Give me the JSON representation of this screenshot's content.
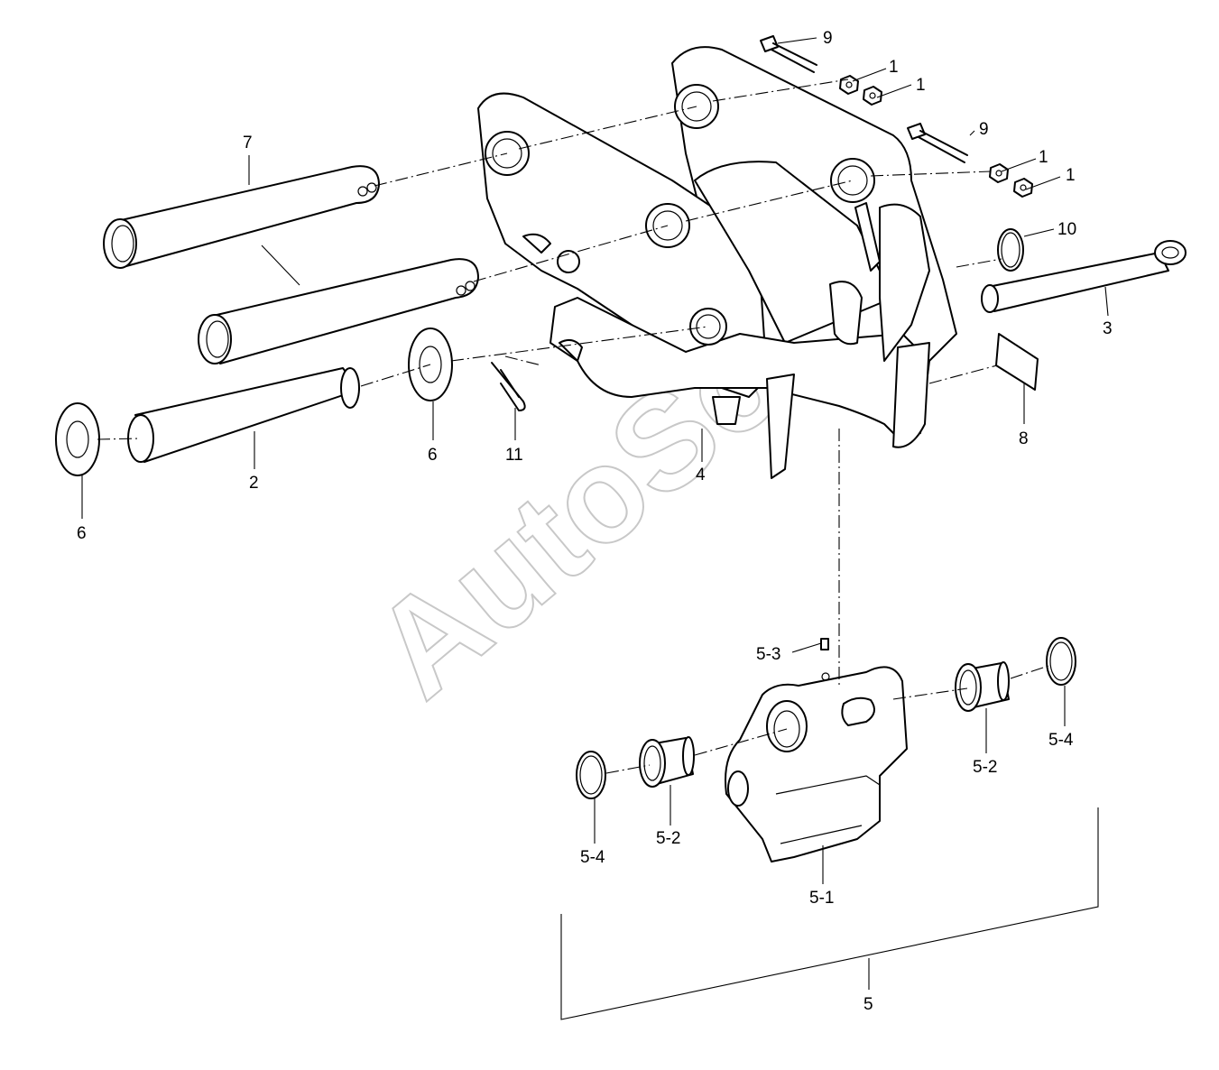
{
  "watermark": "AutoSoft",
  "callouts": {
    "c7": "7",
    "c9a": "9",
    "c9b": "9",
    "c1a": "1",
    "c1b": "1",
    "c1c": "1",
    "c1d": "1",
    "c10": "10",
    "c3": "3",
    "c8": "8",
    "c2": "2",
    "c6a": "6",
    "c6b": "6",
    "c11": "11",
    "c4": "4",
    "c5_3": "5-3",
    "c5_4a": "5-4",
    "c5_4b": "5-4",
    "c5_2a": "5-2",
    "c5_2b": "5-2",
    "c5_1": "5-1",
    "c5": "5"
  }
}
